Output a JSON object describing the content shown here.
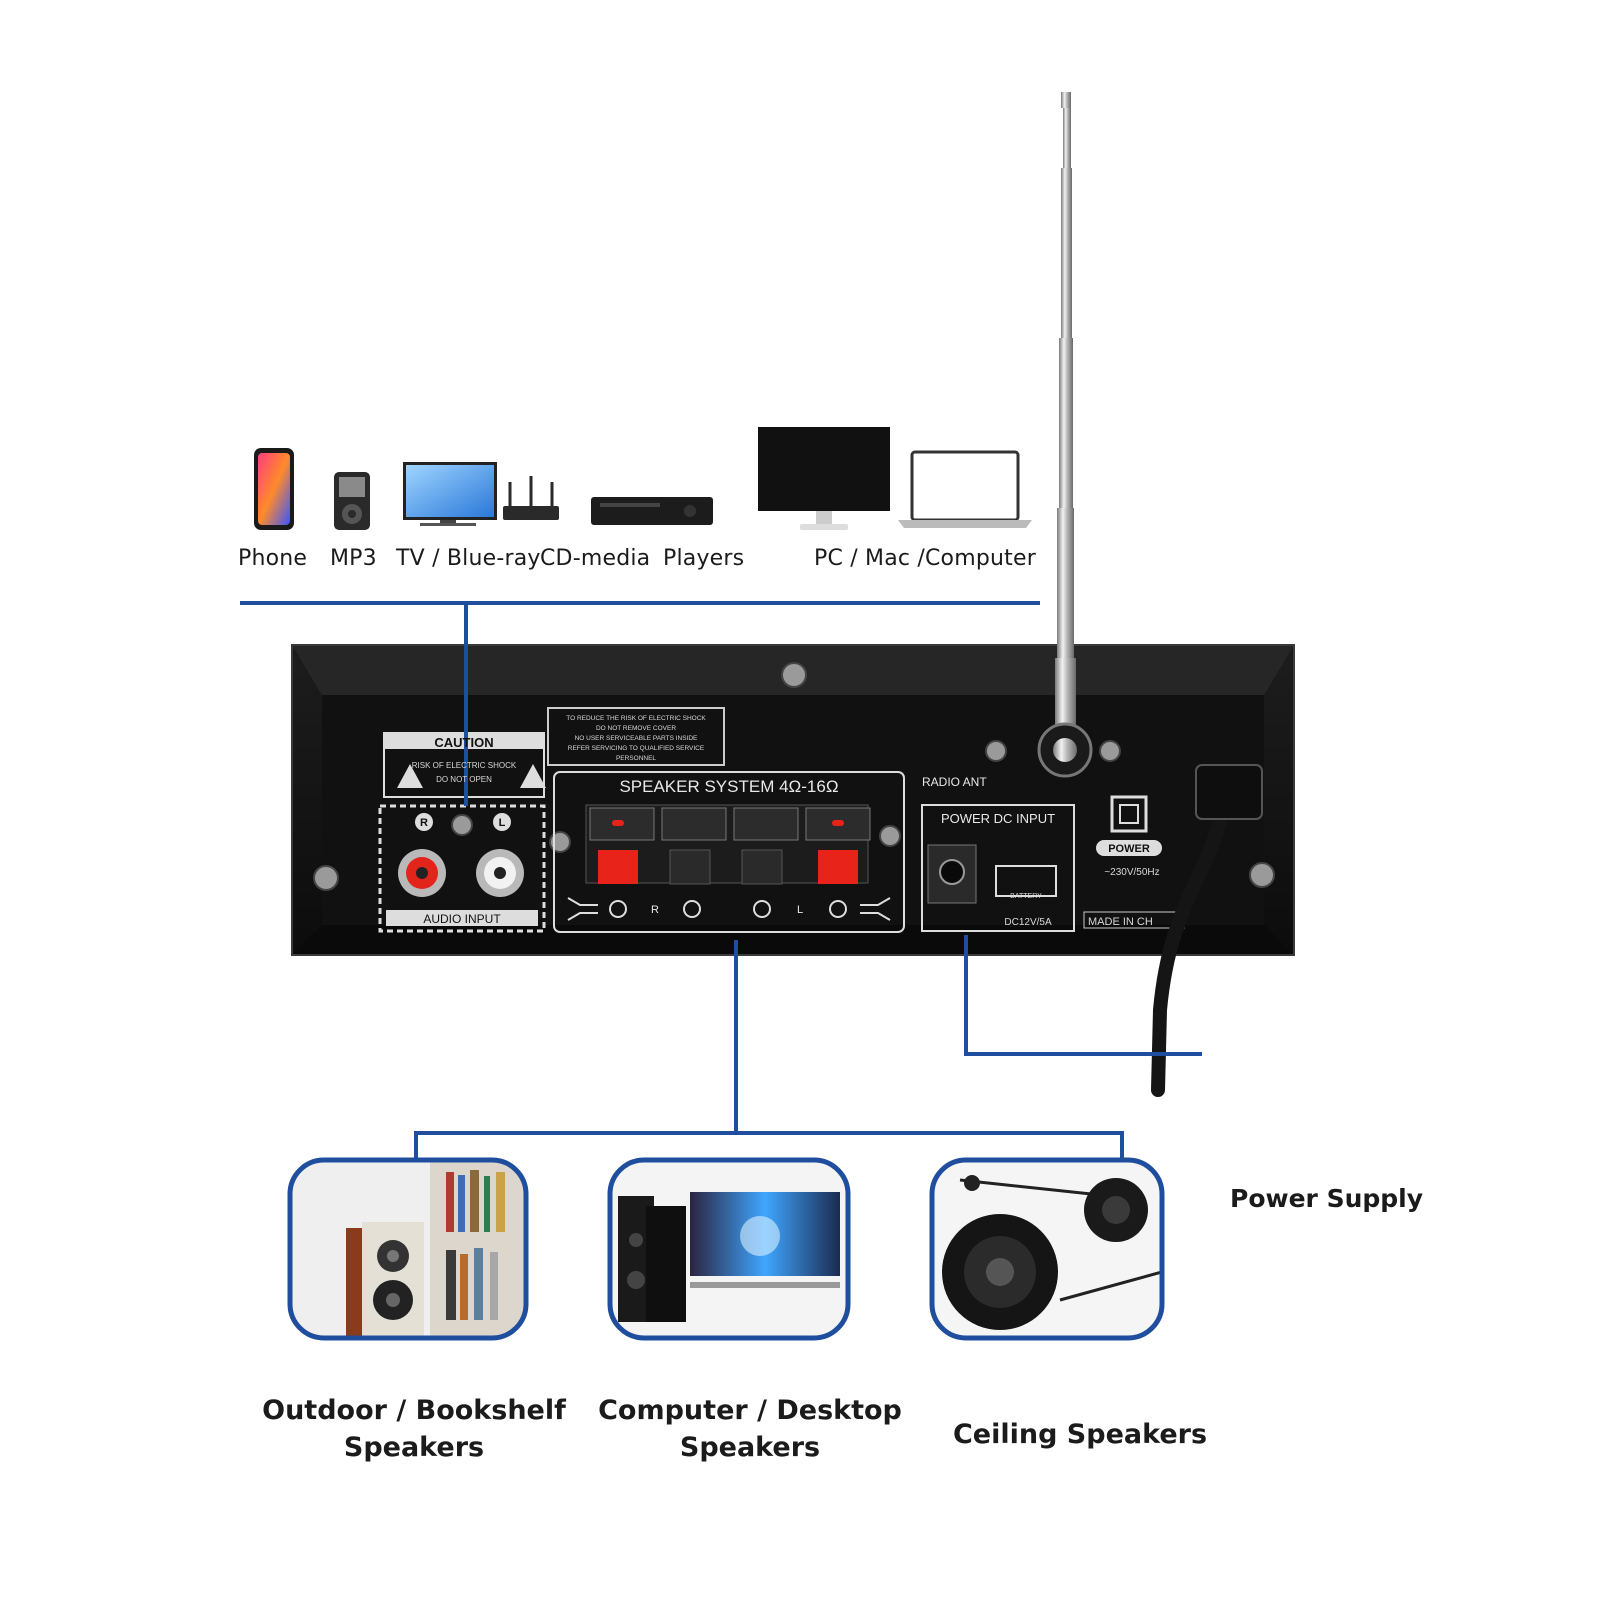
{
  "sources": [
    {
      "label": "Phone",
      "icon": "phone-icon"
    },
    {
      "label": "MP3",
      "icon": "mp3-player-icon"
    },
    {
      "label": "TV / Blue-ray",
      "icon": "tv-icon"
    },
    {
      "label": "CD-media",
      "icon": "router-icon"
    },
    {
      "label": "Players",
      "icon": "cd-player-icon"
    },
    {
      "label": "PC / Mac /Computer",
      "icon": "monitor-laptop-icon"
    }
  ],
  "amplifier": {
    "caution_title": "CAUTION",
    "caution_line1": "RISK OF ELECTRIC SHOCK",
    "caution_line2": "DO NOT OPEN",
    "warning_lines": [
      "TO REDUCE THE RISK OF ELECTRIC SHOCK",
      "DO NOT REMOVE COVER",
      "NO USER SERVICEABLE PARTS INSIDE",
      "REFER SERVICING TO QUALIFIED SERVICE",
      "PERSONNEL"
    ],
    "speaker_system": "SPEAKER SYSTEM 4Ω-16Ω",
    "audio_input": "AUDIO INPUT",
    "rca_right": "R",
    "rca_left": "L",
    "terminal_r": "R",
    "terminal_l": "L",
    "radio_ant": "RADIO ANT",
    "power_dc_input": "POWER DC INPUT",
    "battery": "BATTERY",
    "dc_rating": "DC12V/5A",
    "power": "POWER",
    "ac_rating": "~230V/50Hz",
    "made_in": "MADE IN CH"
  },
  "power_supply_label": "Power Supply",
  "outputs": [
    {
      "line1": "Outdoor / Bookshelf",
      "line2": "Speakers",
      "icon": "bookshelf-speaker-icon"
    },
    {
      "line1": "Computer / Desktop",
      "line2": "Speakers",
      "icon": "desktop-speaker-icon"
    },
    {
      "line1": "Ceiling Speakers",
      "line2": "",
      "icon": "ceiling-speaker-icon"
    }
  ],
  "colors": {
    "connector_line": "#1f4e9e",
    "panel": "#141414",
    "terminal_red": "#e8231a",
    "ring_blue": "#1f4e9e"
  }
}
